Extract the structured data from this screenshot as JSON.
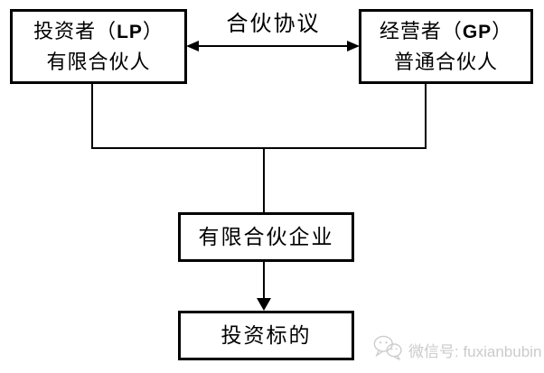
{
  "diagram": {
    "agreement_label": "合伙协议",
    "lp_box": {
      "line1_prefix": "投资者（",
      "line1_code": "LP",
      "line1_suffix": "）",
      "line2": "有限合伙人"
    },
    "gp_box": {
      "line1_prefix": "经营者（",
      "line1_code": "GP",
      "line1_suffix": "）",
      "line2": "普通合伙人"
    },
    "partnership_box": {
      "label": "有限合伙企业"
    },
    "target_box": {
      "label": "投资标的"
    }
  },
  "watermark": {
    "text": "微信号: fuxianbubin"
  },
  "colors": {
    "line": "#000000",
    "background": "#ffffff",
    "watermark_gray": "#cbcbcb"
  }
}
